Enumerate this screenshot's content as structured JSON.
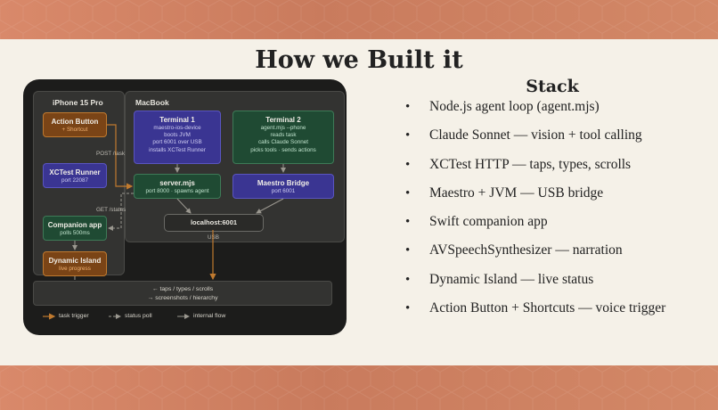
{
  "slide": {
    "title": "How we Built it",
    "stack_heading": "Stack",
    "stack_items": [
      "Node.js agent loop (agent.mjs)",
      "Claude Sonnet — vision + tool calling",
      "XCTest HTTP — taps, types, scrolls",
      "Maestro + JVM — USB bridge",
      "Swift companion app",
      "AVSpeechSynthesizer — narration",
      "Dynamic Island — live status",
      "Action Button + Shortcuts — voice trigger"
    ],
    "bullet": "•"
  },
  "diagram": {
    "iphone_label": "iPhone 15 Pro",
    "macbook_label": "MacBook",
    "action_button": {
      "title": "Action Button",
      "sub": "+ Shortcut"
    },
    "xctest_runner": {
      "title": "XCTest Runner",
      "sub": "port 22087"
    },
    "companion_app": {
      "title": "Companion app",
      "sub": "polls 500ms"
    },
    "dynamic_island": {
      "title": "Dynamic Island",
      "sub": "live progress"
    },
    "terminal1": {
      "title": "Terminal 1",
      "lines": [
        "maestro-ios-device",
        "boots JVM",
        "port 6001 over USB",
        "installs XCTest Runner"
      ]
    },
    "terminal2": {
      "title": "Terminal 2",
      "lines": [
        "agent.mjs --phone",
        "reads task",
        "calls Claude Sonnet",
        "picks tools · sends actions"
      ]
    },
    "server": {
      "title": "server.mjs",
      "sub": "port 8000 · spawns agent"
    },
    "maestro_bridge": {
      "title": "Maestro Bridge",
      "sub": "port 6001"
    },
    "localhost": "localhost:6001",
    "post_task": "POST /task",
    "get_status": "GET /status",
    "usb": "USB",
    "bottom_lines": [
      "← taps / types / scrolls",
      "→ screenshots / hierarchy"
    ],
    "legend": [
      "task trigger",
      "status poll",
      "internal flow"
    ],
    "colors": {
      "orange": "#c07a2f",
      "purple": "#5a55c0",
      "green": "#3e7a57",
      "band": "#c97b5d"
    }
  }
}
